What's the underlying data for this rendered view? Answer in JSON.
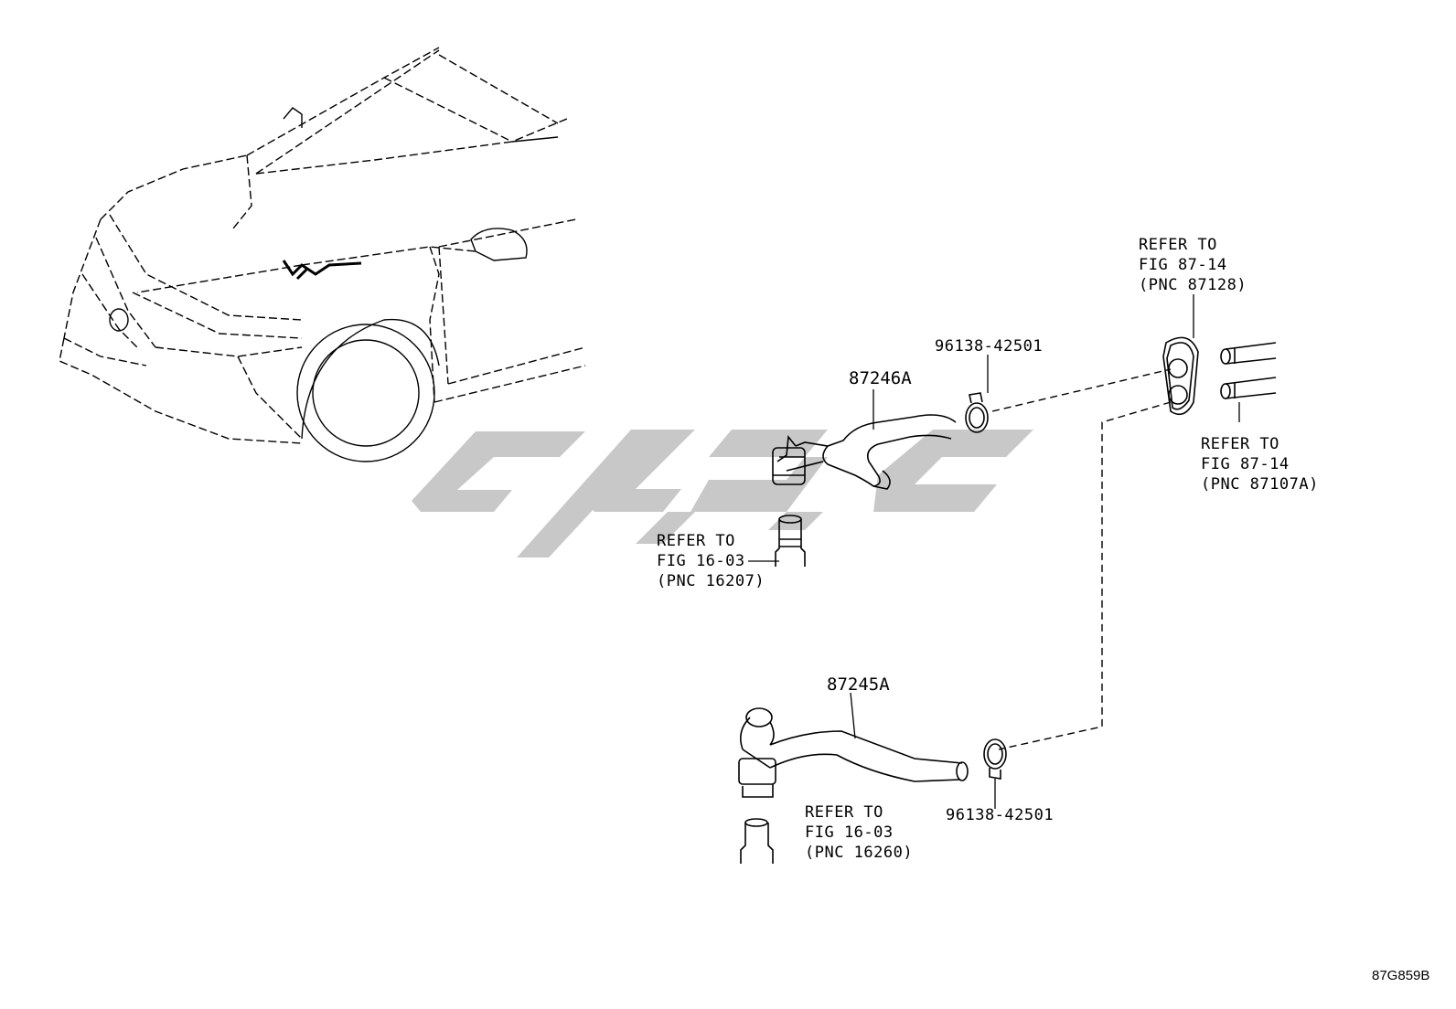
{
  "parts": {
    "hose_upper": "87246A",
    "hose_lower": "87245A",
    "clamp_upper": "96138-42501",
    "clamp_lower": "96138-42501"
  },
  "refs": {
    "ref_87128": [
      "REFER TO",
      "FIG 87-14",
      "(PNC 87128)"
    ],
    "ref_87107a": [
      "REFER TO",
      "FIG 87-14",
      "(PNC 87107A)"
    ],
    "ref_16207": [
      "REFER TO",
      "FIG 16-03",
      "(PNC 16207)"
    ],
    "ref_16260": [
      "REFER TO",
      "FIG 16-03",
      "(PNC 16260)"
    ]
  },
  "figure_code": "87G859B",
  "colors": {
    "line": "#000000",
    "watermark": "#c8c8c8",
    "background": "#ffffff"
  }
}
